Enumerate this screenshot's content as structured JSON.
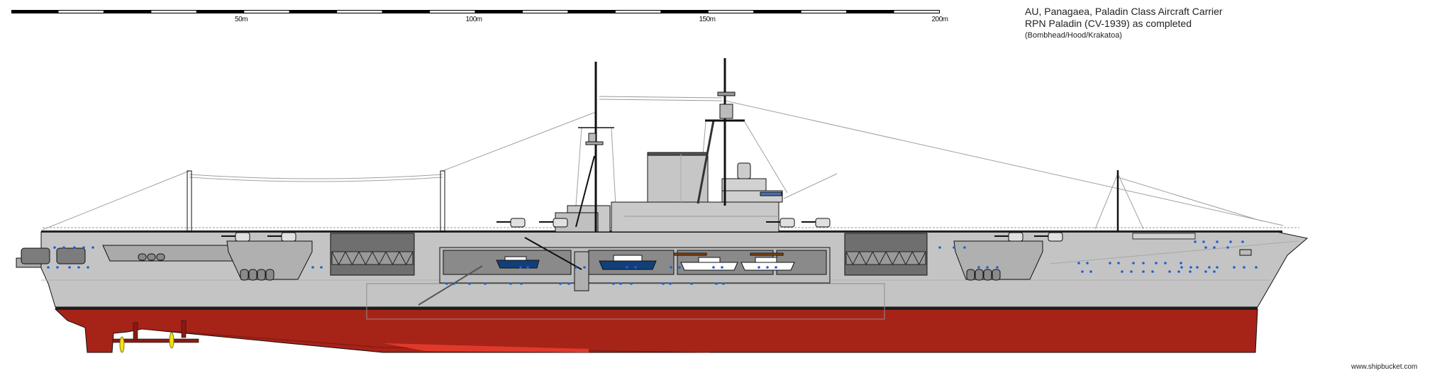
{
  "title": {
    "line1": "AU, Panagaea, Paladin Class Aircraft Carrier",
    "line2": "RPN Paladin (CV-1939) as completed",
    "credits": "(Bombhead/Hood/Krakatoa)"
  },
  "scale_bar": {
    "labels": [
      "50m",
      "100m",
      "150m",
      "200m"
    ],
    "max_m": 200,
    "segment_m": 10
  },
  "watermark": "www.shipbucket.com",
  "colors": {
    "hull_gray": "#c4c4c4",
    "underbody_red": "#a62318",
    "boot_topping": "#1e1e1e",
    "panel_dark": "#7c7c7c",
    "porthole_blue": "#1f5fd6",
    "boat_blue": "#123f7a",
    "propeller_yellow": "#f2e21c"
  }
}
